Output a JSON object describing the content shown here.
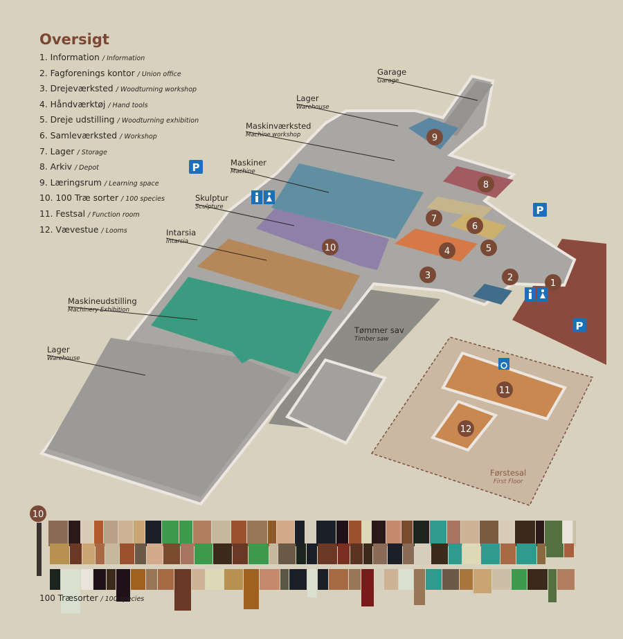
{
  "legend": {
    "title": "Oversigt",
    "items": [
      {
        "num": "1.",
        "da": "Information",
        "en": "/ Information"
      },
      {
        "num": "2.",
        "da": "Fagforenings kontor",
        "en": "/ Union office"
      },
      {
        "num": "3.",
        "da": "Drejeværksted",
        "en": "/ Woodturning workshop"
      },
      {
        "num": "4.",
        "da": "Håndværktøj",
        "en": "/ Hand tools"
      },
      {
        "num": "5.",
        "da": "Dreje udstilling",
        "en": "/ Woodturning exhibition"
      },
      {
        "num": "6.",
        "da": "Samleværksted",
        "en": "/ Workshop"
      },
      {
        "num": "7.",
        "da": "Lager",
        "en": "/ Storage"
      },
      {
        "num": "8.",
        "da": "Arkiv",
        "en": "/ Depot"
      },
      {
        "num": "9.",
        "da": "Læringsrum",
        "en": "/ Learning space"
      },
      {
        "num": "10.",
        "da": "100 Træ sorter",
        "en": "/ 100 species"
      },
      {
        "num": "11.",
        "da": "Festsal",
        "en": "/ Function room"
      },
      {
        "num": "12.",
        "da": "Vævestue",
        "en": "/ Looms"
      }
    ]
  },
  "labels": {
    "garage": {
      "da": "Garage",
      "en": "Garage"
    },
    "lager_top": {
      "da": "Lager",
      "en": "Warehouse"
    },
    "maskinvaerksted": {
      "da": "Maskinværksted",
      "en": "Machine workshop"
    },
    "maskiner": {
      "da": "Maskiner",
      "en": "Machine"
    },
    "skulptur": {
      "da": "Skulptur",
      "en": "Sculpture"
    },
    "intarsia": {
      "da": "Intarsia",
      "en": "Intarsia"
    },
    "maskineudstilling": {
      "da": "Maskineudstilling",
      "en": "Machinery Exhibition"
    },
    "lager_bottom": {
      "da": "Lager",
      "en": "Warehouse"
    },
    "tommersav": {
      "da": "Tømmer sav",
      "en": "Timber saw"
    },
    "forstesal": {
      "da": "Førstesal",
      "en": "First Floor"
    }
  },
  "badges": [
    "1",
    "2",
    "3",
    "4",
    "5",
    "6",
    "7",
    "8",
    "9",
    "10",
    "11",
    "12"
  ],
  "parking": "P",
  "species": {
    "badge": "10",
    "da": "100 Træsorter",
    "en": "/ 100 species"
  },
  "colors": {
    "badge": "#7a4935",
    "parking": "#1d6fb8",
    "title": "#7b4632"
  }
}
